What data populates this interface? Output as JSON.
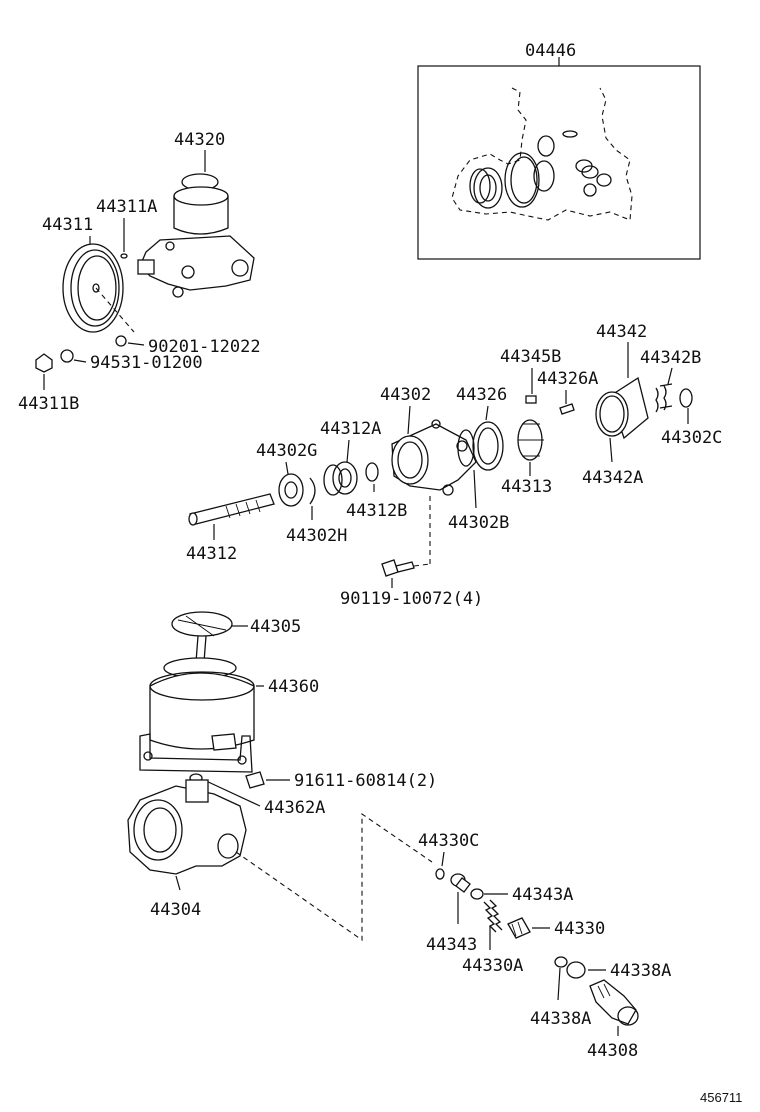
{
  "labels": {
    "p04446": "04446",
    "p44320": "44320",
    "p44311A": "44311A",
    "p44311": "44311",
    "p90201": "90201-12022",
    "p94531": "94531-01200",
    "p44311B": "44311B",
    "p44342": "44342",
    "p44345B": "44345B",
    "p44342B": "44342B",
    "p44302": "44302",
    "p44326": "44326",
    "p44326A": "44326A",
    "p44312A": "44312A",
    "p44302G": "44302G",
    "p44302C": "44302C",
    "p44313": "44313",
    "p44342A": "44342A",
    "p44312B": "44312B",
    "p44302H": "44302H",
    "p44302B": "44302B",
    "p44312": "44312",
    "p90119": "90119-10072(4)",
    "p44305": "44305",
    "p44360": "44360",
    "p91611": "91611-60814(2)",
    "p44362A": "44362A",
    "p44330C": "44330C",
    "p44343A": "44343A",
    "p44304": "44304",
    "p44330": "44330",
    "p44343": "44343",
    "p44330A": "44330A",
    "p44338A_r": "44338A",
    "p44338A_l": "44338A",
    "p44308": "44308"
  },
  "figure_id": "456711"
}
